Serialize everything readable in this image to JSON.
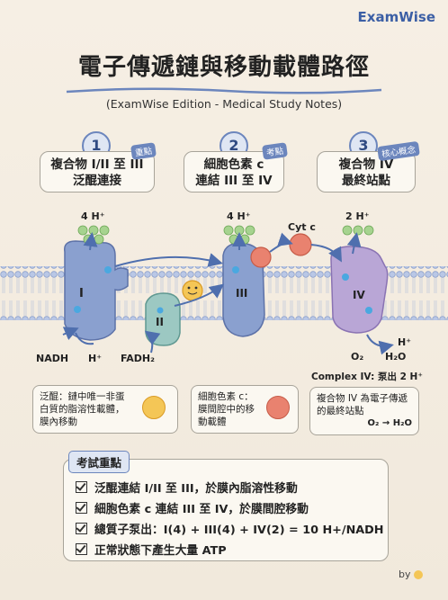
{
  "brand": "ExamWise",
  "title": "電子傳遞鏈與移動載體路徑",
  "subtitle": "(ExamWise Edition - Medical Study Notes)",
  "steps": [
    {
      "num": "1",
      "tag": "重點",
      "line1": "複合物 I/II 至 III",
      "line2": "泛醌連接"
    },
    {
      "num": "2",
      "tag": "考點",
      "line1": "細胞色素 c",
      "line2": "連結 III 至 IV"
    },
    {
      "num": "3",
      "tag": "核心概念",
      "line1": "複合物 IV",
      "line2": "最終站點"
    }
  ],
  "diagram": {
    "h_labels": [
      "4 H⁺",
      "4 H⁺",
      "2 H⁺"
    ],
    "cytc": "Cyt c",
    "complexes": [
      "I",
      "II",
      "III",
      "IV"
    ],
    "nadh": "NADH",
    "hplus": "H⁺",
    "fadh2": "FADH₂",
    "o2": "O₂",
    "h2o": "H₂O",
    "hplus_out": "H⁺",
    "complex4_note": "Complex IV: 泵出 2 H⁺"
  },
  "notes": [
    {
      "line1": "泛醌：鏈中唯一非蛋",
      "line2": "白質的脂溶性載體，",
      "line3": "膜內移動"
    },
    {
      "line1": "細胞色素 c：",
      "line2": "膜間腔中的移",
      "line3": "動載體"
    },
    {
      "line1": "複合物 IV 為電子傳遞",
      "line2": "的最終站點",
      "o2": "O₂",
      "h2o": "H₂O"
    }
  ],
  "exam": {
    "title": "考試重點",
    "items": [
      "泛醌連結 I/II 至 III，於膜內脂溶性移動",
      "細胞色素 c 連結 III 至 IV，於膜間腔移動",
      "總質子泵出：I(4) + III(4) + IV(2) = 10 H+/NADH",
      "正常狀態下產生大量 ATP"
    ]
  },
  "by": "by",
  "colors": {
    "accent": "#6c86bd",
    "complex": "#8aa0cf",
    "complex4": "#b9a6d6",
    "complex2": "#9cc8c2",
    "cytc": "#e9826f",
    "proton": "#7fbf6a"
  }
}
